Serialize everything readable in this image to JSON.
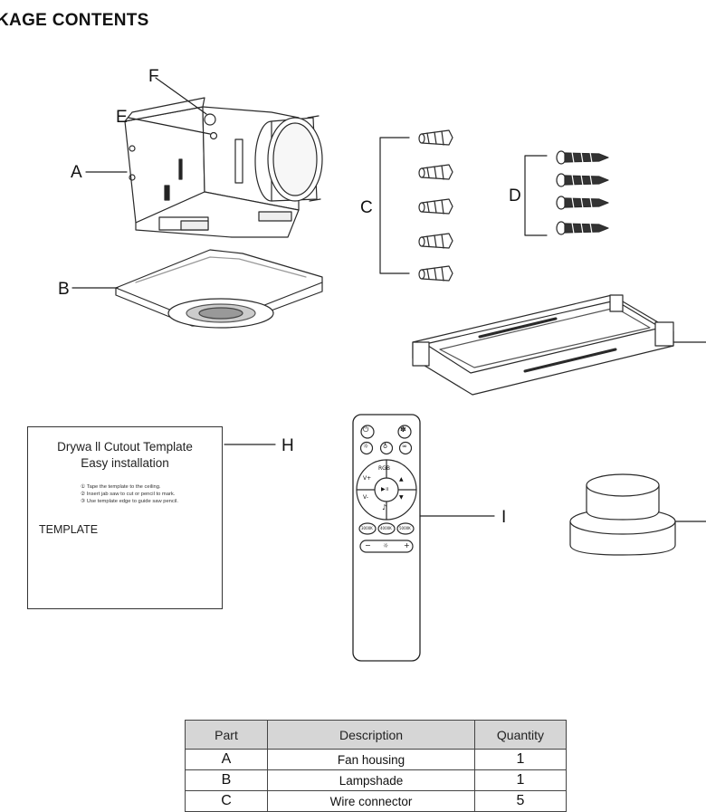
{
  "page": {
    "title": "CKAGE CONTENTS"
  },
  "callouts": {
    "a": "A",
    "b": "B",
    "c": "C",
    "d": "D",
    "e": "E",
    "f": "F",
    "h": "H",
    "i": "I"
  },
  "template_card": {
    "title_line1": "Drywa ll Cutout Template",
    "title_line2": "Easy installation",
    "steps": [
      "① Tape the template to the ceiling.",
      "② Insert jab saw to cut or pencil to mark.",
      "③ Use template edge to guide saw pencil."
    ],
    "template_label": "TEMPLATE"
  },
  "remote": {
    "top_buttons": [
      "power-icon",
      "fan-icon"
    ],
    "second_row": [
      "dimmer-icon",
      "bulb-icon",
      "link-icon"
    ],
    "ring_top": "RGB",
    "ring_left": "V+",
    "ring_left2": "V-",
    "ring_center": "▶॥",
    "color_temps": [
      "3000K",
      "4000K",
      "5000K"
    ],
    "brightness_minus": "−",
    "brightness_plus": "+"
  },
  "table": {
    "headers": [
      "Part",
      "Description",
      "Quantity"
    ],
    "rows": [
      {
        "part": "A",
        "description": "Fan housing",
        "quantity": "1"
      },
      {
        "part": "B",
        "description": "Lampshade",
        "quantity": "1"
      },
      {
        "part": "C",
        "description": "Wire connector",
        "quantity": "5"
      }
    ]
  }
}
